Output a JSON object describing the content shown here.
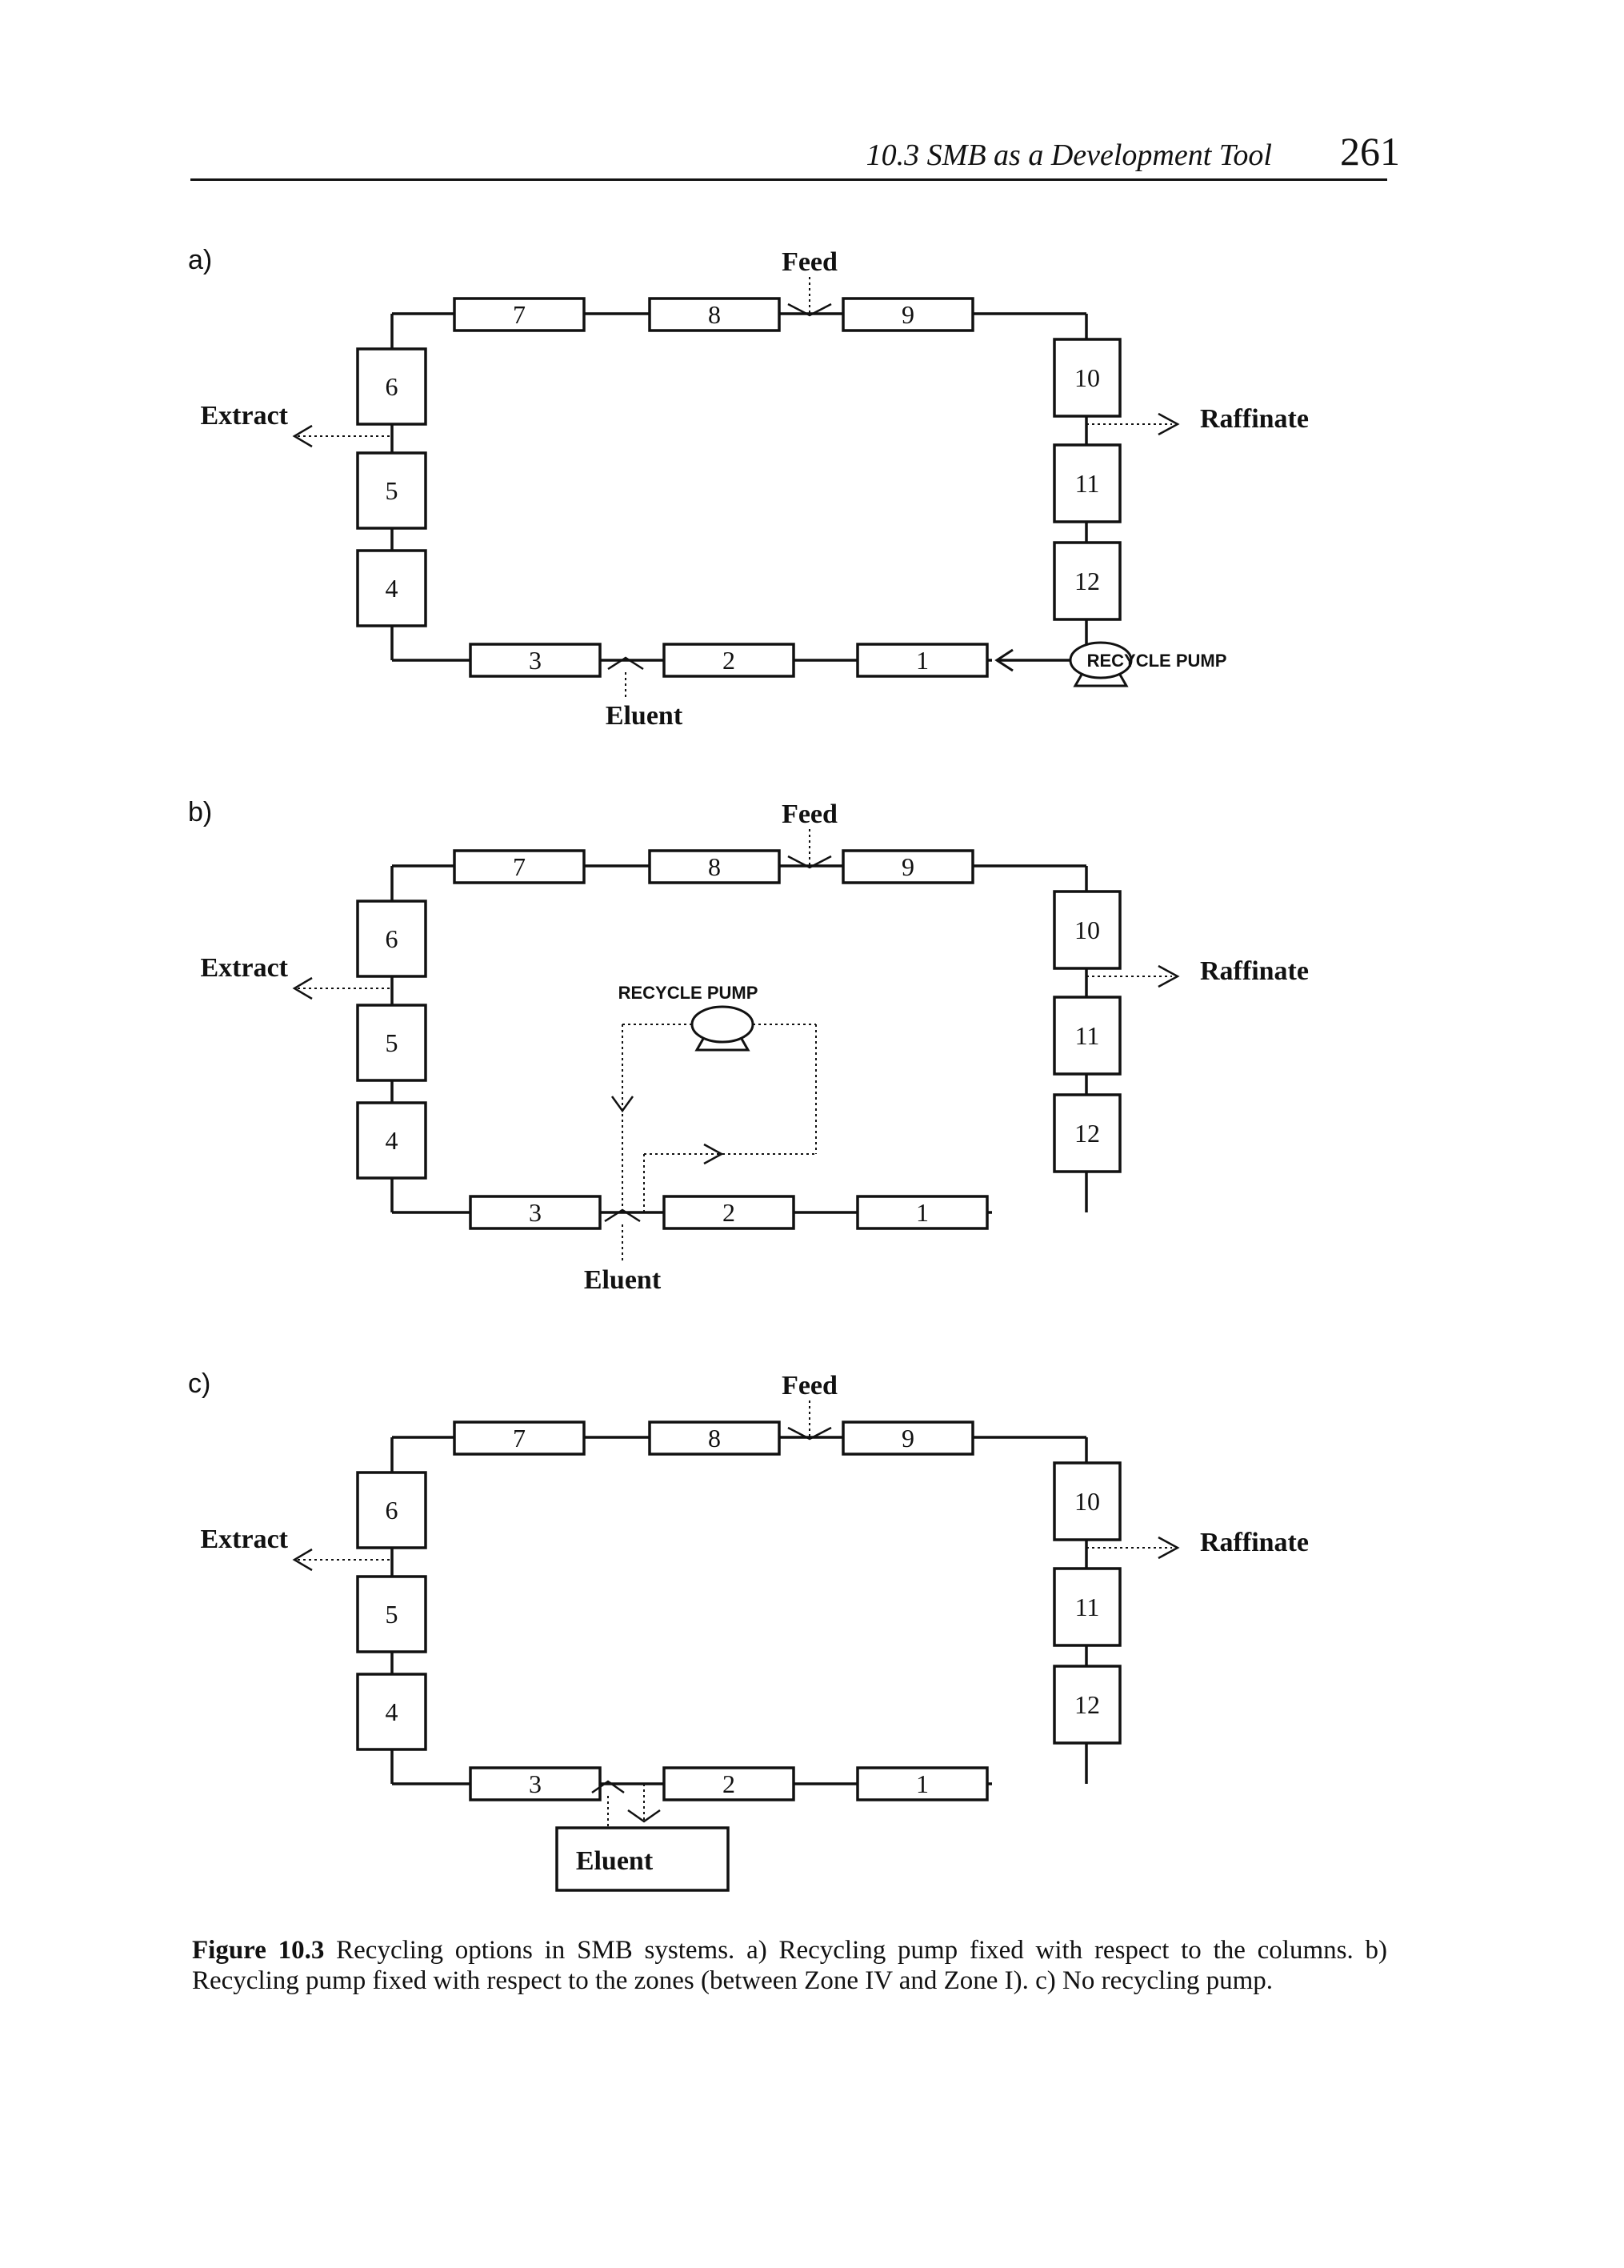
{
  "header": {
    "section_title": "10.3 SMB as a Development Tool",
    "page_number": "261"
  },
  "diagrams": {
    "feed_label": "Feed",
    "extract_label": "Extract",
    "raffinate_label": "Raffinate",
    "eluent_label": "Eluent",
    "recycle_pump_label": "RECYCLE PUMP",
    "columns": [
      "1",
      "2",
      "3",
      "4",
      "5",
      "6",
      "7",
      "8",
      "9",
      "10",
      "11",
      "12"
    ],
    "panels": [
      {
        "letter": "a)"
      },
      {
        "letter": "b)"
      },
      {
        "letter": "c)"
      }
    ]
  },
  "caption": {
    "label": "Figure 10.3",
    "text": " Recycling options in SMB systems. a) Recycling pump fixed with respect to the columns. b) Recycling pump fixed with respect to the zones (between Zone IV and Zone I). c) No recycling pump."
  }
}
